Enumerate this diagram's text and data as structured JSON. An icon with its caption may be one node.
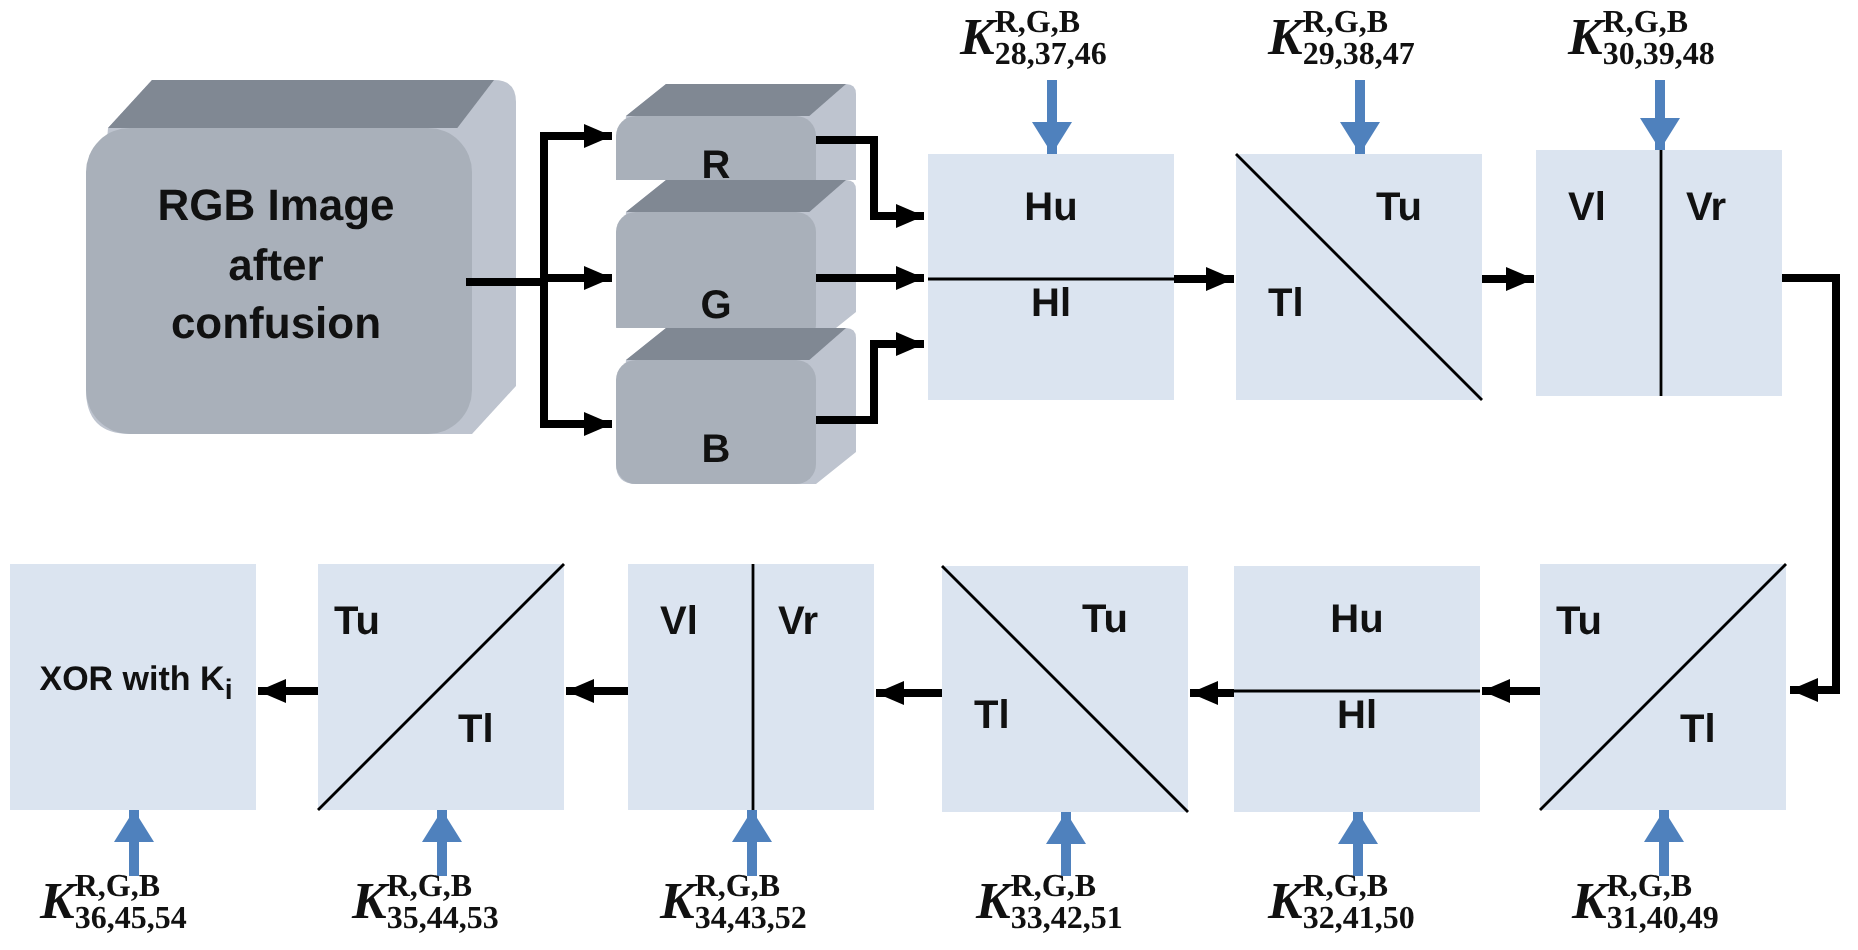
{
  "diagram": {
    "nodes": [
      {
        "text": [
          "RGB Image after confusion"
        ]
      },
      {
        "text": [
          "R"
        ]
      },
      {
        "text": [
          "G"
        ]
      },
      {
        "text": [
          "B"
        ]
      },
      {
        "text": [
          "Hu",
          "Hl"
        ]
      },
      {
        "text": [
          "Tu",
          "Tl"
        ]
      },
      {
        "text": [
          "Vl",
          "Vr"
        ]
      },
      {
        "text": [
          "Tu",
          "Tl"
        ]
      },
      {
        "text": [
          "Hu",
          "Hl"
        ]
      },
      {
        "text": [
          "Tu",
          "Tl"
        ]
      },
      {
        "text": [
          "Vl",
          "Vr"
        ]
      },
      {
        "text": [
          "Tu",
          "Tl"
        ]
      },
      {
        "text": [
          "XOR with K$_{i}$"
        ]
      },
      {
        "text": [
          "*K*$^{R,G,B}$$_{28,37,46}$"
        ]
      },
      {
        "text": [
          "*K*$^{R,G,B}$$_{29,38,47}$"
        ]
      },
      {
        "text": [
          "*K*$^{R,G,B}$$_{30,39,48}$"
        ]
      },
      {
        "text": [
          "*K*$^{R,G,B}$$_{36,45,54}$"
        ]
      },
      {
        "text": [
          "*K*$^{R,G,B}$$_{35,44,53}$"
        ]
      },
      {
        "text": [
          "*K*$^{R,G,B}$$_{34,43,52}$"
        ]
      },
      {
        "text": [
          "*K*$^{R,G,B}$$_{33,42,51}$"
        ]
      },
      {
        "text": [
          "*K*$^{R,G,B}$$_{32,41,50}$"
        ]
      },
      {
        "text": [
          "*K*$^{R,G,B}$$_{31,40,49}$"
        ]
      }
    ],
    "edges": [
      {
        "from": 0,
        "to": 1,
        "arrow": "to"
      },
      {
        "from": 0,
        "to": 2,
        "arrow": "to"
      },
      {
        "from": 0,
        "to": 3,
        "arrow": "to"
      },
      {
        "from": 1,
        "to": 4,
        "arrow": "to"
      },
      {
        "from": 2,
        "to": 4,
        "arrow": "to"
      },
      {
        "from": 3,
        "to": 4,
        "arrow": "to"
      },
      {
        "from": 4,
        "to": 5,
        "arrow": "to"
      },
      {
        "from": 5,
        "to": 6,
        "arrow": "to"
      },
      {
        "from": 6,
        "to": 7,
        "arrow": "to"
      },
      {
        "from": 7,
        "to": 8,
        "arrow": "to"
      },
      {
        "from": 8,
        "to": 9,
        "arrow": "to"
      },
      {
        "from": 9,
        "to": 10,
        "arrow": "to"
      },
      {
        "from": 10,
        "to": 11,
        "arrow": "to"
      },
      {
        "from": 11,
        "to": 12,
        "arrow": "to"
      },
      {
        "from": 13,
        "to": 4,
        "arrow": "to",
        "color": "#4f81bd"
      },
      {
        "from": 14,
        "to": 5,
        "arrow": "to",
        "color": "#4f81bd"
      },
      {
        "from": 15,
        "to": 6,
        "arrow": "to",
        "color": "#4f81bd"
      },
      {
        "from": 16,
        "to": 12,
        "arrow": "to",
        "color": "#4f81bd"
      },
      {
        "from": 17,
        "to": 11,
        "arrow": "to",
        "color": "#4f81bd"
      },
      {
        "from": 18,
        "to": 10,
        "arrow": "to",
        "color": "#4f81bd"
      },
      {
        "from": 19,
        "to": 9,
        "arrow": "to",
        "color": "#4f81bd"
      },
      {
        "from": 20,
        "to": 8,
        "arrow": "to",
        "color": "#4f81bd"
      },
      {
        "from": 21,
        "to": 7,
        "arrow": "to",
        "color": "#4f81bd"
      }
    ]
  }
}
